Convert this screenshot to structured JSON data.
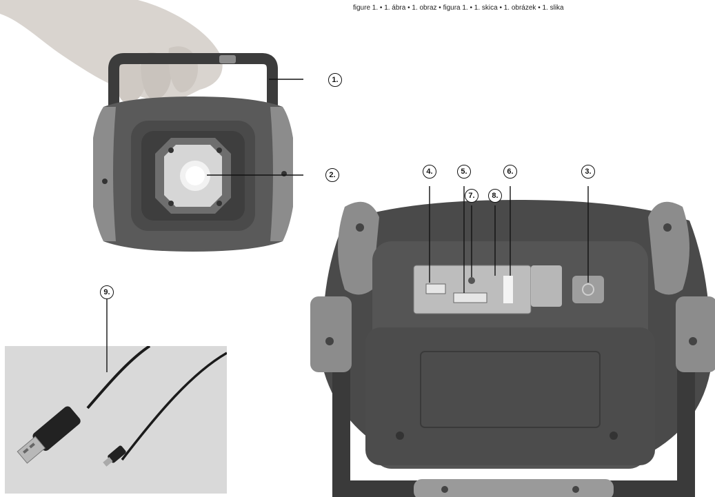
{
  "caption": "figure 1. • 1. ábra • 1. obraz • figura 1. • 1. skica • 1. obrázek • 1. slika",
  "callouts": {
    "c1": "1.",
    "c2": "2.",
    "c3": "3.",
    "c4": "4.",
    "c5": "5.",
    "c6": "6.",
    "c7": "7.",
    "c8": "8.",
    "c9": "9."
  },
  "figures": {
    "front": "front-view-lamp-held-by-handle",
    "back": "rear-view-lamp-with-open-port-cover",
    "cable": "usb-to-micro-usb-cable"
  },
  "colors": {
    "housing": "#4a4a4a",
    "bumper": "#8c8c8c",
    "line": "#111111"
  }
}
